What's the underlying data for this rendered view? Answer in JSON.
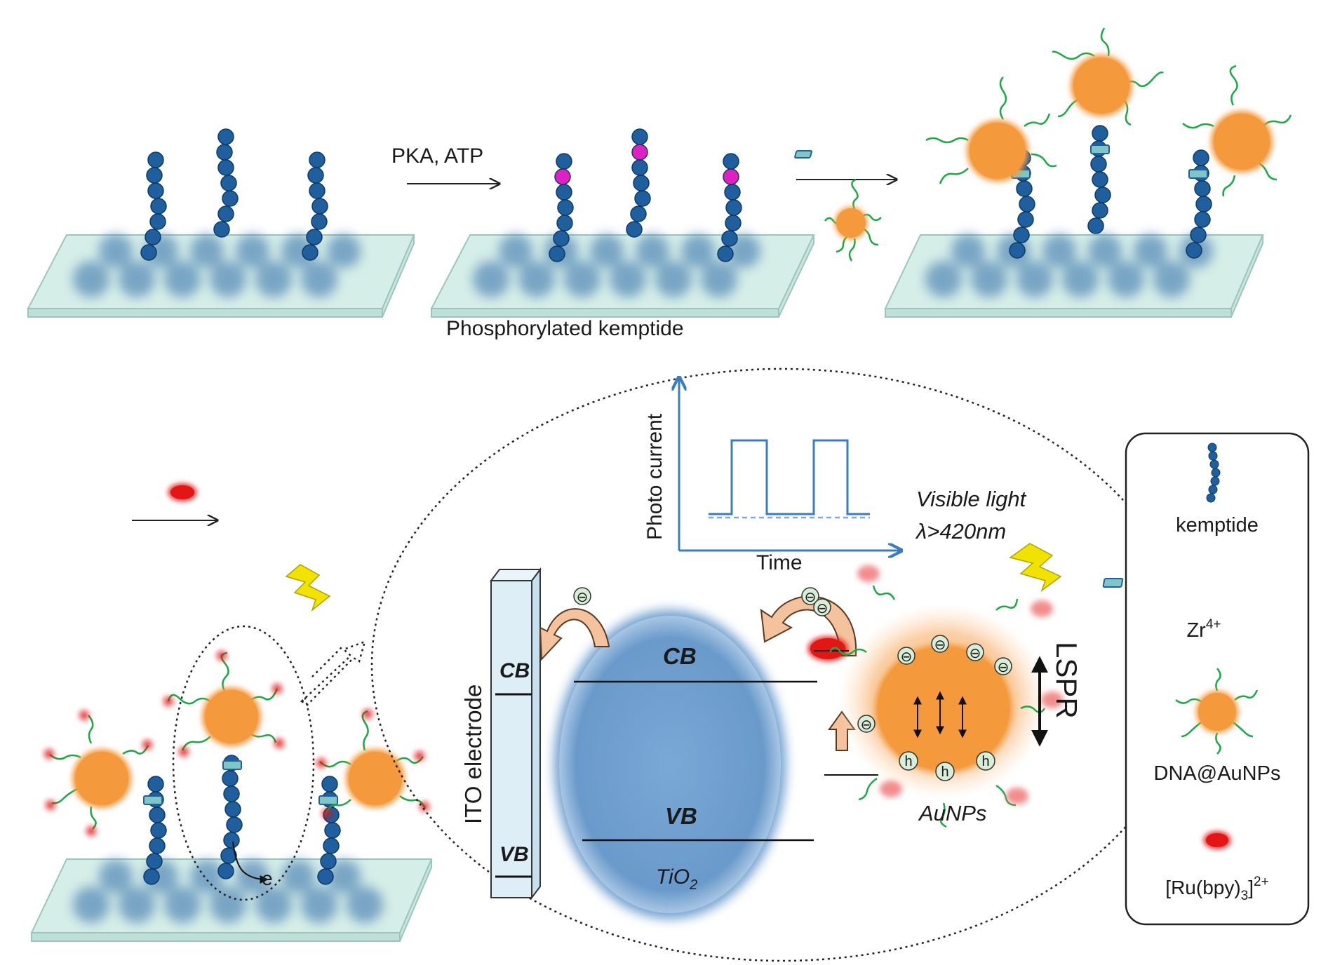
{
  "labels": {
    "step1_reagents": "PKA, ATP",
    "step1_product": "Phosphorylated kemptide",
    "ito_electrode": "ITO electrode",
    "ito_cb": "CB",
    "ito_vb": "VB",
    "tio2_cb": "CB",
    "tio2_vb": "VB",
    "tio2_name": "TiO",
    "tio2_sub": "2",
    "aunps_name": "AuNPs",
    "lspr": "LSPR",
    "light_line1": "Visible light",
    "light_line2": "λ>420nm",
    "electron_label": "e",
    "electron_symbol": "⊖",
    "hole_symbol": "h"
  },
  "photocurrent_plot": {
    "ylabel": "Photo current",
    "xlabel": "Time"
  },
  "legend": {
    "items": [
      {
        "icon": "kemptide-icon",
        "label": "kemptide"
      },
      {
        "icon": "zr-ion-icon",
        "label": "Zr",
        "superscript": "4+"
      },
      {
        "icon": "dna-aunp-icon",
        "label": "DNA@AuNPs"
      },
      {
        "icon": "ru-complex-icon",
        "label": "[Ru(bpy)",
        "subscript": "3",
        "label_end": "]",
        "superscript": "2+"
      }
    ]
  },
  "colors": {
    "peptide_bead": "#1f5f9e",
    "phospho_site": "#e020c0",
    "gold_nanoparticle": "#f59a3c",
    "dna_strand": "#1aaa44",
    "ru_complex": "#e01010",
    "tio2": "#6e9fcf",
    "substrate": "#d6eee8",
    "axis_blue": "#3a7cc2",
    "arrow_fill": "#f4c39e"
  }
}
